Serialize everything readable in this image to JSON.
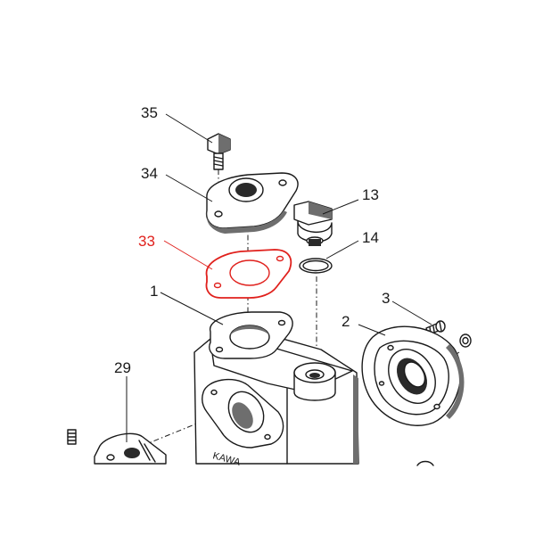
{
  "callouts": {
    "c35": "35",
    "c34": "34",
    "c33": "33",
    "c13": "13",
    "c14": "14",
    "c1": "1",
    "c3": "3",
    "c2": "2",
    "c29": "29"
  },
  "housing_marking": "KAWA",
  "colors": {
    "ink": "#1a1a1a",
    "highlight": "#e0201c"
  }
}
